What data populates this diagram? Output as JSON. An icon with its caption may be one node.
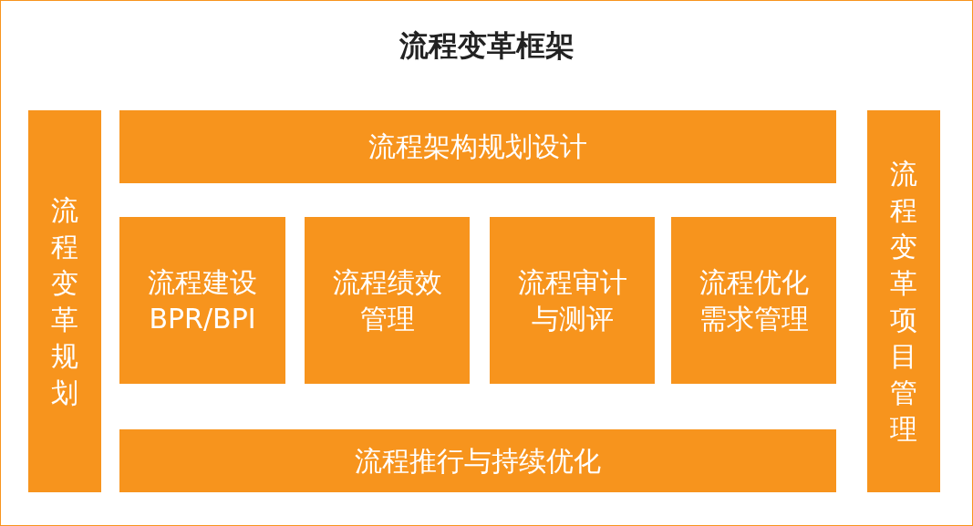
{
  "diagram": {
    "title": "流程变革框架",
    "nodes": [
      {
        "text": [
          "流程变革规划"
        ]
      },
      {
        "text": [
          "流程架构规划设计"
        ]
      },
      {
        "text": [
          "流程建设BPR/BPI"
        ]
      },
      {
        "text": [
          "流程绩效管理"
        ]
      },
      {
        "text": [
          "流程审计与测评"
        ]
      },
      {
        "text": [
          "流程优化需求管理"
        ]
      },
      {
        "text": [
          "流程推行与持续优化"
        ]
      },
      {
        "text": [
          "流程变革项目管理"
        ]
      }
    ],
    "edges": []
  }
}
